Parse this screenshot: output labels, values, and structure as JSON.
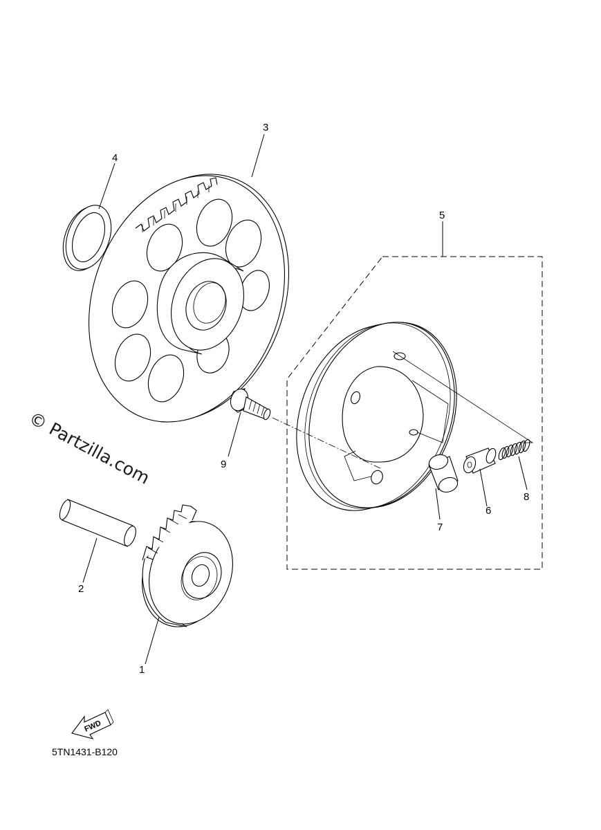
{
  "diagram": {
    "watermark": "© Partzilla.com",
    "part_number": "5TN1431-B120",
    "fwd_label": "FWD",
    "callouts": [
      {
        "id": "1",
        "label": "1"
      },
      {
        "id": "2",
        "label": "2"
      },
      {
        "id": "3",
        "label": "3"
      },
      {
        "id": "4",
        "label": "4"
      },
      {
        "id": "5",
        "label": "5"
      },
      {
        "id": "6",
        "label": "6"
      },
      {
        "id": "7",
        "label": "7"
      },
      {
        "id": "8",
        "label": "8"
      },
      {
        "id": "9",
        "label": "9"
      }
    ]
  }
}
